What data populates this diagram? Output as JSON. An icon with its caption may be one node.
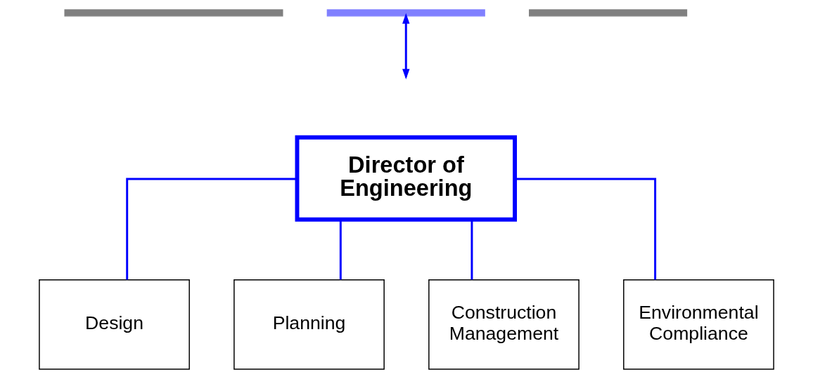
{
  "diagram": {
    "nodes": [
      {
        "text": [],
        "shape": "bar"
      },
      {
        "text": [],
        "shape": "bar"
      },
      {
        "text": [],
        "shape": "bar"
      },
      {
        "text": [
          "Director of Engineering"
        ]
      },
      {
        "text": [
          "Design"
        ]
      },
      {
        "text": [
          "Planning"
        ]
      },
      {
        "text": [
          "Construction Management"
        ]
      },
      {
        "text": [
          "Environmental Compliance"
        ]
      }
    ],
    "edges": [
      {
        "from": 1,
        "to": null,
        "arrow": "both"
      },
      {
        "from": 3,
        "to": 4,
        "arrow": "none"
      },
      {
        "from": 3,
        "to": 5,
        "arrow": "none"
      },
      {
        "from": 3,
        "to": 6,
        "arrow": "none"
      },
      {
        "from": 3,
        "to": 7,
        "arrow": "none"
      }
    ]
  }
}
